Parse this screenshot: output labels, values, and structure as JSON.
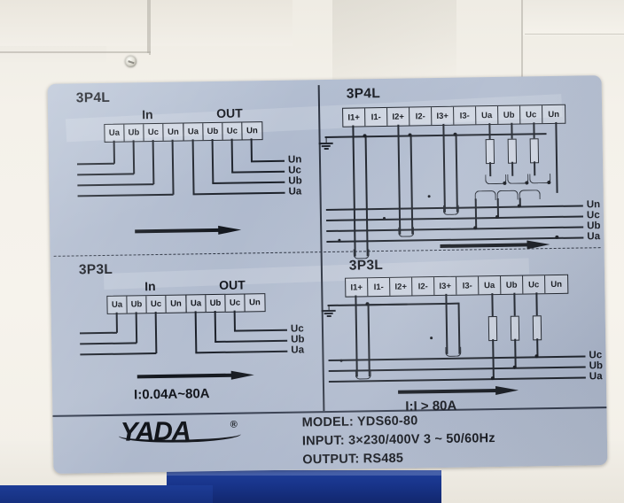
{
  "device": {
    "description": "energy meter enclosure wiring diagram label"
  },
  "label": {
    "quadrants": {
      "top_left": {
        "title": "3P4L",
        "in_caption": "In",
        "out_caption": "OUT",
        "in_terminals": [
          "Ua",
          "Ub",
          "Uc",
          "Un"
        ],
        "out_terminals": [
          "Ua",
          "Ub",
          "Uc",
          "Un"
        ],
        "phase_labels": [
          "Un",
          "Uc",
          "Ub",
          "Ua"
        ]
      },
      "top_right": {
        "title": "3P4L",
        "terminals": [
          "I1+",
          "I1-",
          "I2+",
          "I2-",
          "I3+",
          "I3-",
          "Ua",
          "Ub",
          "Uc",
          "Un"
        ],
        "phase_labels": [
          "Un",
          "Uc",
          "Ub",
          "Ua"
        ]
      },
      "bottom_left": {
        "title": "3P3L",
        "in_caption": "In",
        "out_caption": "OUT",
        "in_terminals": [
          "Ua",
          "Ub",
          "Uc",
          "Un"
        ],
        "out_terminals": [
          "Ua",
          "Ub",
          "Uc",
          "Un"
        ],
        "phase_labels": [
          "Uc",
          "Ub",
          "Ua"
        ],
        "rating": "I:0.04A~80A"
      },
      "bottom_right": {
        "title": "3P3L",
        "terminals": [
          "I1+",
          "I1-",
          "I2+",
          "I2-",
          "I3+",
          "I3-",
          "Ua",
          "Ub",
          "Uc",
          "Un"
        ],
        "phase_labels": [
          "Uc",
          "Ub",
          "Ua"
        ],
        "rating": "I:I > 80A"
      }
    },
    "footer": {
      "brand": "YADA",
      "registered_mark": "®",
      "model_line": "MODEL: YDS60-80",
      "input_line": "INPUT: 3×230/400V 3 ~ 50/60Hz",
      "output_line": "OUTPUT:  RS485"
    }
  },
  "colors": {
    "label_background": "#aeb9cd",
    "ink": "#1b2029",
    "enclosure": "#f4f1ea",
    "accent_blue": "#1d3c96"
  }
}
